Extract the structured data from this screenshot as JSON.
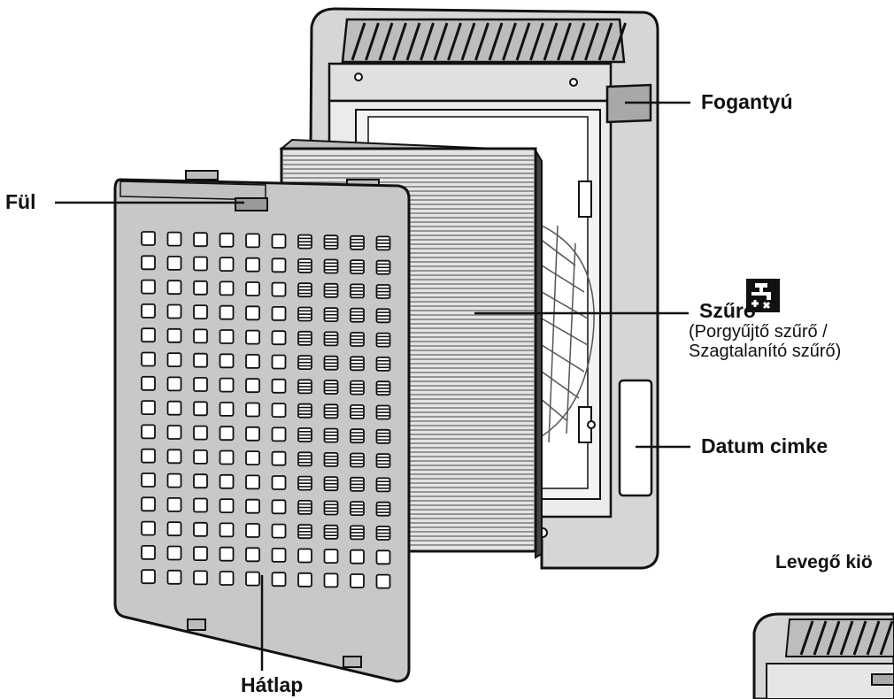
{
  "labels": {
    "handle": "Fogantyú",
    "tab": "Fül",
    "filter": "Szűrő",
    "filter_detail_1": "(Porgyűjtő szűrő /",
    "filter_detail_2": "Szagtalanító szűrő)",
    "date_label": "Datum cimke",
    "back_panel": "Hátlap",
    "air_outlet": "Levegő kiö"
  },
  "icons": {
    "filter_wash": "faucet-no-wash-icon"
  },
  "colors": {
    "body": "#d4d4d4",
    "panel": "#c8c8c8",
    "outline": "#111111",
    "icon_bg": "#111111"
  }
}
